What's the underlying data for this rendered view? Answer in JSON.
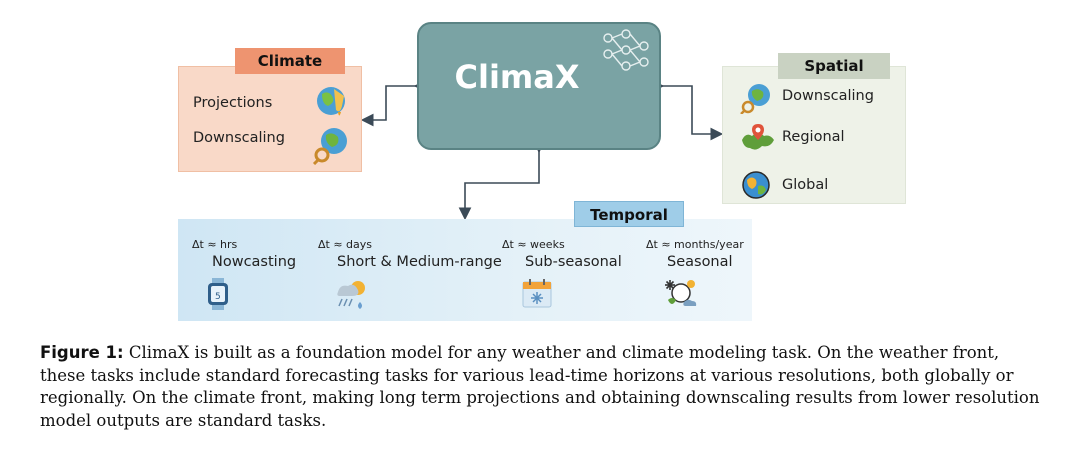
{
  "model": {
    "title": "ClimaX"
  },
  "climate": {
    "tag": "Climate",
    "items": [
      "Projections",
      "Downscaling"
    ]
  },
  "spatial": {
    "tag": "Spatial",
    "items": [
      "Downscaling",
      "Regional",
      "Global"
    ]
  },
  "temporal": {
    "tag": "Temporal",
    "tasks": [
      {
        "dt": "Δt ≈ hrs",
        "label": "Nowcasting"
      },
      {
        "dt": "Δt ≈ days",
        "label": "Short & Medium-range"
      },
      {
        "dt": "Δt ≈ weeks",
        "label": "Sub-seasonal"
      },
      {
        "dt": "Δt ≈ months/year",
        "label": "Seasonal"
      }
    ]
  },
  "caption": {
    "label": "Figure 1:",
    "text": " ClimaX is built as a foundation model for any weather and climate modeling task. On the weather front, these tasks include standard forecasting tasks for various lead-time horizons at various resolutions, both globally or regionally. On the climate front, making long term projections and obtaining downscaling results from lower resolution model outputs are standard tasks."
  },
  "icons": {
    "network": "neural-network-icon",
    "projections": "melting-globe-icon",
    "downscaling": "globe-magnifier-icon",
    "regional": "map-pin-icon",
    "global": "globe-icon",
    "nowcasting": "smartwatch-icon",
    "medium_range": "sun-rain-icon",
    "sub_seasonal": "calendar-icon",
    "seasonal": "seasons-icon"
  },
  "colors": {
    "climax_box": "#7aa3a4",
    "climate_tag": "#ee9470",
    "climate_panel": "#f9d9c8",
    "spatial_tag": "#c9d2c2",
    "spatial_panel": "#eef2e8",
    "temporal_tag": "#9fcde8",
    "temporal_panel": "#cfe6f4",
    "arrow": "#3b4a57"
  }
}
